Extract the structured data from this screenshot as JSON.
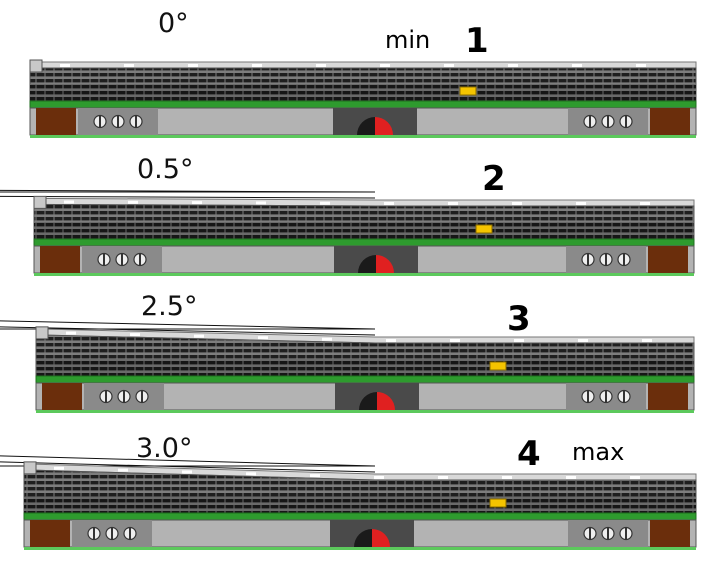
{
  "figure": {
    "panels": [
      {
        "number": "1",
        "angle": "0°",
        "tag": "min",
        "tilt_deg": 0.0
      },
      {
        "number": "2",
        "angle": "0.5°",
        "tag": "",
        "tilt_deg": 0.5
      },
      {
        "number": "3",
        "angle": "2.5°",
        "tag": "",
        "tilt_deg": 2.5
      },
      {
        "number": "4",
        "angle": "3.0°",
        "tag": "max",
        "tilt_deg": 3.0
      }
    ],
    "colors": {
      "green": "#2e9b2e",
      "light_green": "#5cc95c",
      "dark_gray": "#4a4a4a",
      "mid_gray": "#8a8a8a",
      "light_gray": "#b3b3b3",
      "brown": "#6b2e0c",
      "red": "#e02020",
      "yellow": "#f5c400",
      "tile_dark": "#26323d",
      "black": "#111111"
    }
  }
}
